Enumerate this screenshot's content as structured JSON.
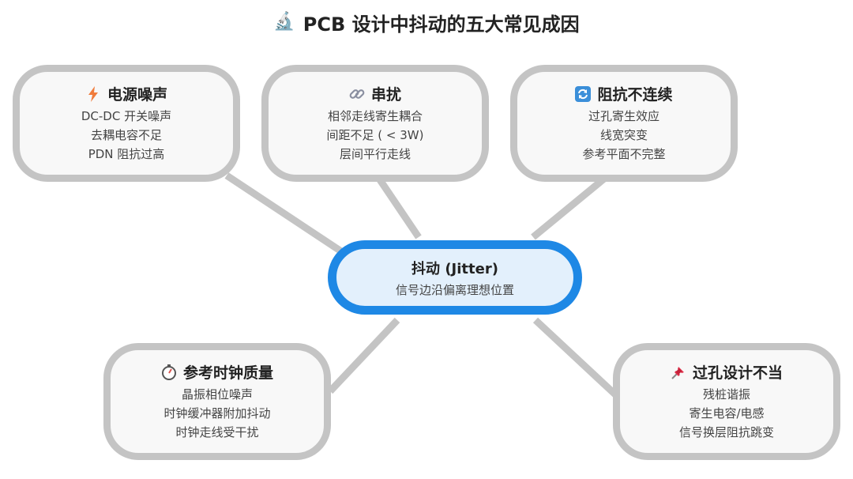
{
  "title": {
    "icon": "microscope-icon",
    "text": "PCB 设计中抖动的五大常见成因"
  },
  "center": {
    "title": "抖动 (Jitter)",
    "subtitle": "信号边沿偏离理想位置",
    "border_color": "#1e88e5",
    "fill_color": "#e3f0fc"
  },
  "nodes": {
    "power": {
      "icon": "lightning-icon",
      "title": "电源噪声",
      "items": [
        "DC-DC 开关噪声",
        "去耦电容不足",
        "PDN 阻抗过高"
      ]
    },
    "crosstalk": {
      "icon": "link-icon",
      "title": "串扰",
      "items": [
        "相邻走线寄生耦合",
        "间距不足 ( < 3W)",
        "层间平行走线"
      ]
    },
    "impedance": {
      "icon": "refresh-icon",
      "title": "阻抗不连续",
      "items": [
        "过孔寄生效应",
        "线宽突变",
        "参考平面不完整"
      ]
    },
    "clock": {
      "icon": "stopwatch-icon",
      "title": "参考时钟质量",
      "items": [
        "晶振相位噪声",
        "时钟缓冲器附加抖动",
        "时钟走线受干扰"
      ]
    },
    "via": {
      "icon": "pushpin-icon",
      "title": "过孔设计不当",
      "items": [
        "残桩谐振",
        "寄生电容/电感",
        "信号换层阻抗跳变"
      ]
    }
  },
  "colors": {
    "node_border": "#c4c4c4",
    "node_fill": "#f8f8f8",
    "connector": "#c4c4c4"
  }
}
